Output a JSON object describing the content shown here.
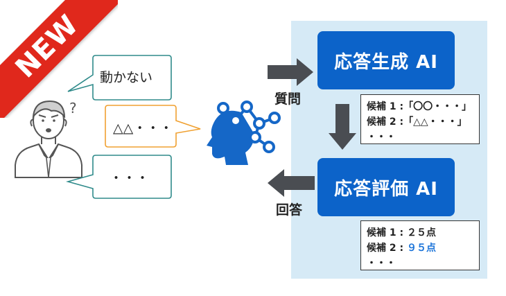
{
  "badge": {
    "label": "NEW"
  },
  "colors": {
    "ribbon": "#e0281c",
    "panel": "#d6eaf6",
    "ai_box": "#0c63c9",
    "arrow": "#4a4d52",
    "highlight": "#1a73d9",
    "bubble_teal": "#2e8a8a",
    "bubble_orange": "#f0a030"
  },
  "user": {
    "thinking_mark": "?"
  },
  "bubbles": [
    {
      "text": "動かない"
    },
    {
      "text": "△△・・・"
    },
    {
      "text": "・・・"
    }
  ],
  "flow": {
    "question_label": "質問",
    "answer_label": "回答"
  },
  "generator": {
    "title": "応答生成 AI",
    "candidates": [
      "候補 1 :「〇〇・・・」",
      "候補 2 :「△△・・・」",
      "・・・"
    ]
  },
  "evaluator": {
    "title": "応答評価 AI",
    "results": [
      {
        "label": "候補 1 :",
        "score": "２５点"
      },
      {
        "label": "候補 2 :",
        "score": "９５点"
      }
    ],
    "ellipsis": "・・・"
  }
}
